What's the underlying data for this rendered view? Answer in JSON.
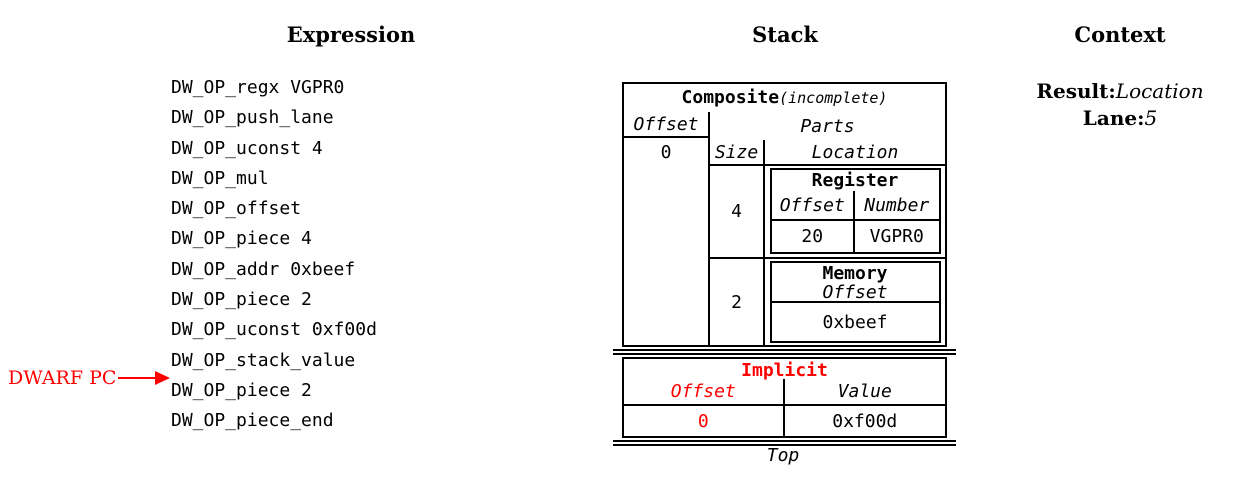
{
  "accent_red": "#ff0000",
  "headers": {
    "expression": "Expression",
    "stack": "Stack",
    "context": "Context"
  },
  "expression": {
    "pc_label": "DWARF PC",
    "pc_points_to_index": 10,
    "items": [
      "DW_OP_regx VGPR0",
      "DW_OP_push_lane",
      "DW_OP_uconst 4",
      "DW_OP_mul",
      "DW_OP_offset",
      "DW_OP_piece 4",
      "DW_OP_addr 0xbeef",
      "DW_OP_piece 2",
      "DW_OP_uconst 0xf00d",
      "DW_OP_stack_value",
      "DW_OP_piece 2",
      "DW_OP_piece_end"
    ]
  },
  "stack": {
    "top_label": "Top",
    "composite": {
      "title": "Composite",
      "title_suffix": "(incomplete)",
      "offset_header": "Offset",
      "offset_value": "0",
      "parts_header": "Parts",
      "size_header": "Size",
      "location_header": "Location",
      "parts": [
        {
          "size": "4",
          "location": {
            "type": "Register",
            "columns": [
              "Offset",
              "Number"
            ],
            "values": [
              "20",
              "VGPR0"
            ]
          }
        },
        {
          "size": "2",
          "location": {
            "type": "Memory",
            "columns": [
              "Offset"
            ],
            "values": [
              "0xbeef"
            ]
          }
        }
      ]
    },
    "implicit": {
      "title": "Implicit",
      "offset_header": "Offset",
      "value_header": "Value",
      "offset_value": "0",
      "value": "0xf00d"
    }
  },
  "context": {
    "result_label": "Result:",
    "result_value": "Location",
    "lane_label": "Lane:",
    "lane_value": "5"
  }
}
